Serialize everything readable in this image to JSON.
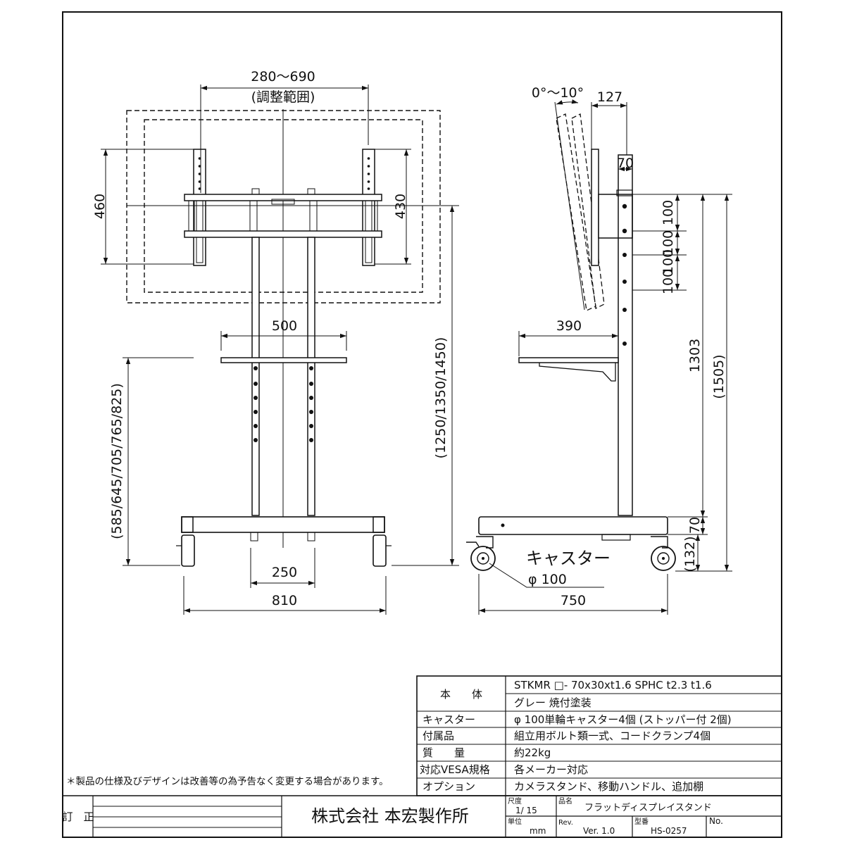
{
  "front_view": {
    "dim_adjust_range": "280～690",
    "dim_adjust_note": "(調整範囲)",
    "dim_460": "460",
    "dim_430": "430",
    "dim_500": "500",
    "dim_shelf_height": "(585/645/705/765/825)",
    "dim_total_height": "(1250/1350/1450)",
    "dim_250": "250",
    "dim_810": "810"
  },
  "side_view": {
    "dim_tilt": "0°～10°",
    "dim_127": "127",
    "dim_70_top": "70",
    "dim_100_a": "100",
    "dim_100_b": "100",
    "dim_100_c": "100",
    "dim_100_d": "100",
    "dim_390": "390",
    "dim_1303": "1303",
    "dim_1505": "(1505)",
    "dim_70_bottom": "70",
    "dim_132": "(132)",
    "dim_750": "750",
    "caster_label": "キャスター",
    "caster_size": "φ 100"
  },
  "note": "＊製品の仕様及びデザインは改善等の為予告なく変更する場合があります。",
  "spec_table": {
    "rows": [
      {
        "label": "本　　体",
        "values": [
          "STKMR □- 70x30xt1.6  SPHC t2.3  t1.6",
          "グレー 焼付塗装"
        ]
      },
      {
        "label": "キャスター",
        "values": [
          "φ 100単輪キャスター4個 (ストッパー付 2個)"
        ]
      },
      {
        "label": "付属品",
        "values": [
          "組立用ボルト類一式、コードクランプ4個"
        ]
      },
      {
        "label": "質　　量",
        "values": [
          "約22kg"
        ]
      },
      {
        "label": "対応VESA規格",
        "values": [
          "各メーカー対応"
        ]
      },
      {
        "label": "オプション",
        "values": [
          "カメラスタンド、移動ハンドル、追加棚"
        ]
      }
    ]
  },
  "title_block": {
    "revision_label": "訂　正",
    "company": "株式会社 本宏製作所",
    "scale_label": "尺度",
    "scale_value": "1/ 15",
    "unit_label": "単位",
    "unit_value": "mm",
    "product_label": "品名",
    "product_name": "フラットディスプレイスタンド",
    "rev_label": "Rev.",
    "rev_value": "Ver. 1.0",
    "model_label": "型番",
    "model_value": "HS-0257",
    "no_label": "No."
  }
}
